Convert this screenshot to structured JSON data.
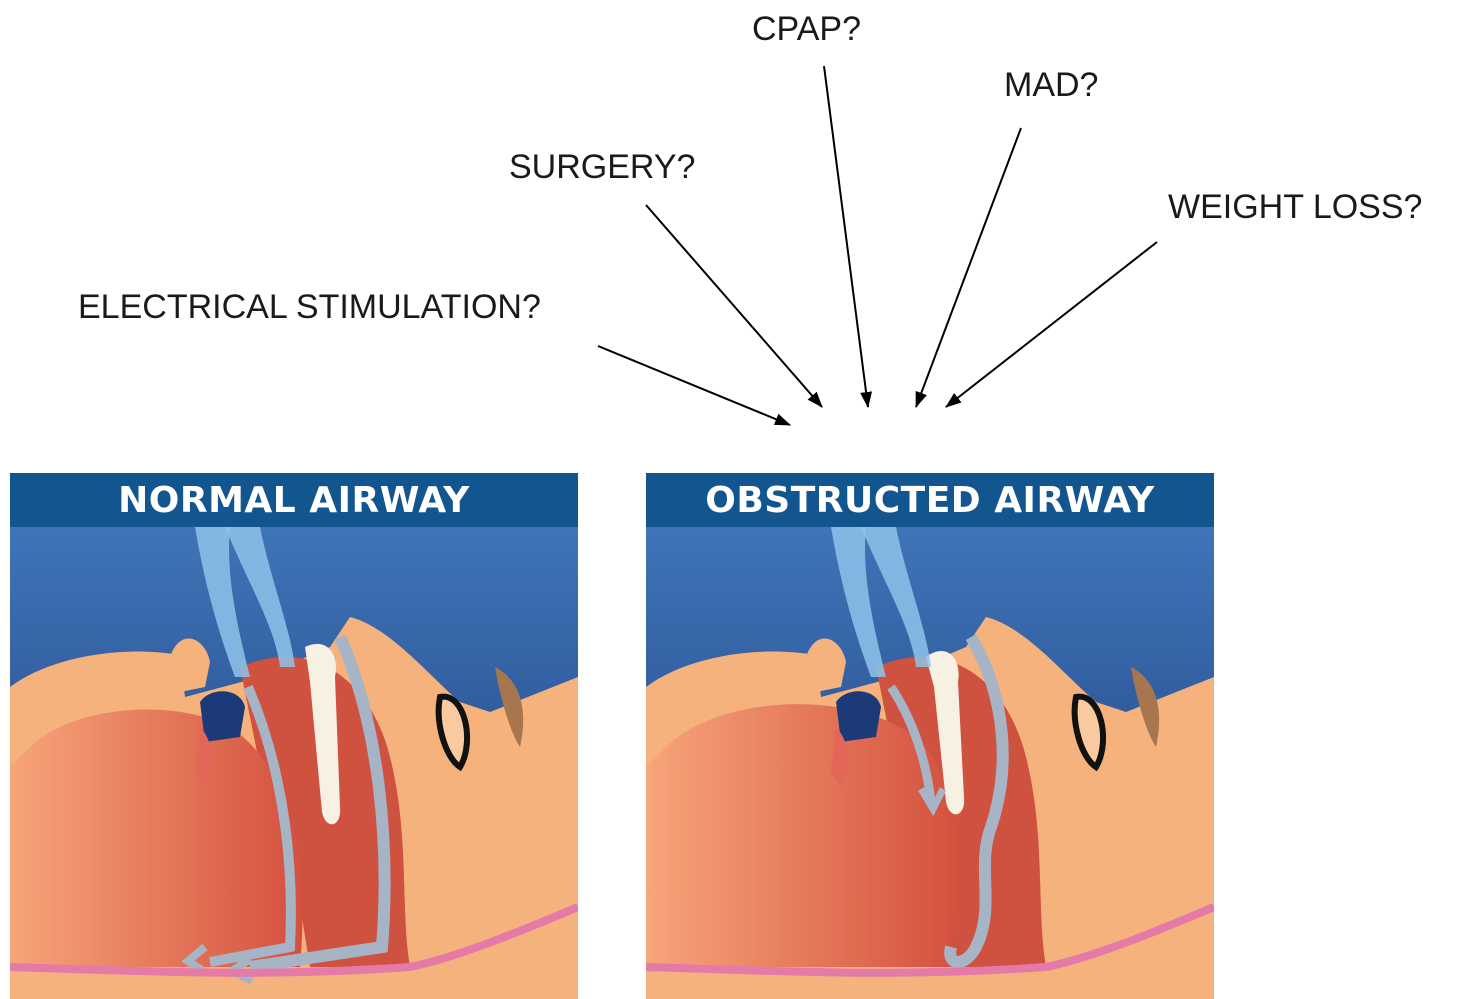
{
  "treatments": {
    "cpap": "CPAP?",
    "mad": "MAD?",
    "surgery": "SURGERY?",
    "weight_loss": "WEIGHT LOSS?",
    "electrical_stimulation": "ELECTRICAL STIMULATION?"
  },
  "panels": {
    "normal": {
      "title": "NORMAL AIRWAY"
    },
    "obstructed": {
      "title": "OBSTRUCTED AIRWAY"
    }
  },
  "colors": {
    "header_blue": "#13558f",
    "sky_top": "#3f74b8",
    "sky_bottom": "#1d3a78",
    "skin": "#f5b27d",
    "tissue": "#cf5140",
    "airflow": "#a7b4c6",
    "bone": "#f7f1e4",
    "gum": "#e47aa8"
  }
}
